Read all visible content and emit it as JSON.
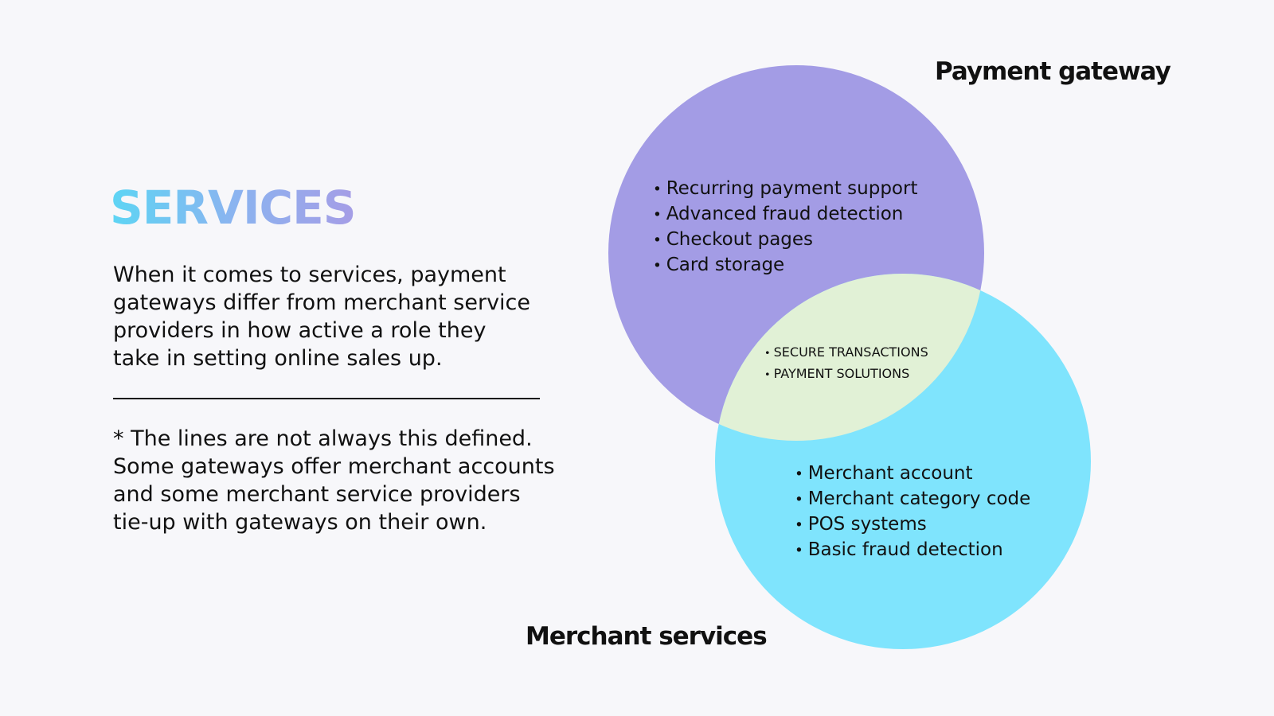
{
  "slide": {
    "title": "SERVICES",
    "intro_lines": [
      "When it comes to services, payment",
      "gateways differ from merchant service",
      "providers in how active a role they",
      "take in setting online sales up."
    ],
    "note_lines": [
      "* The lines are not always this defined.",
      "Some gateways offer merchant accounts",
      "and some merchant service providers",
      "tie-up with gateways on their own."
    ]
  },
  "venn": {
    "sets": [
      {
        "name": "Payment gateway",
        "color": "#a39ce5",
        "items": [
          "Recurring payment support",
          "Advanced fraud detection",
          "Checkout pages",
          "Card storage"
        ]
      },
      {
        "name": "Merchant services",
        "color": "#7fe4fd",
        "items": [
          "Merchant account",
          "Merchant category code",
          "POS systems",
          "Basic fraud detection"
        ]
      }
    ],
    "overlap": {
      "color": "#e1f1d6",
      "items": [
        "SECURE TRANSACTIONS",
        "PAYMENT SOLUTIONS"
      ]
    }
  },
  "colors": {
    "background": "#f7f7fa",
    "title_gradient": [
      "#5dd5f4",
      "#a59de6"
    ],
    "text": "#111111"
  }
}
